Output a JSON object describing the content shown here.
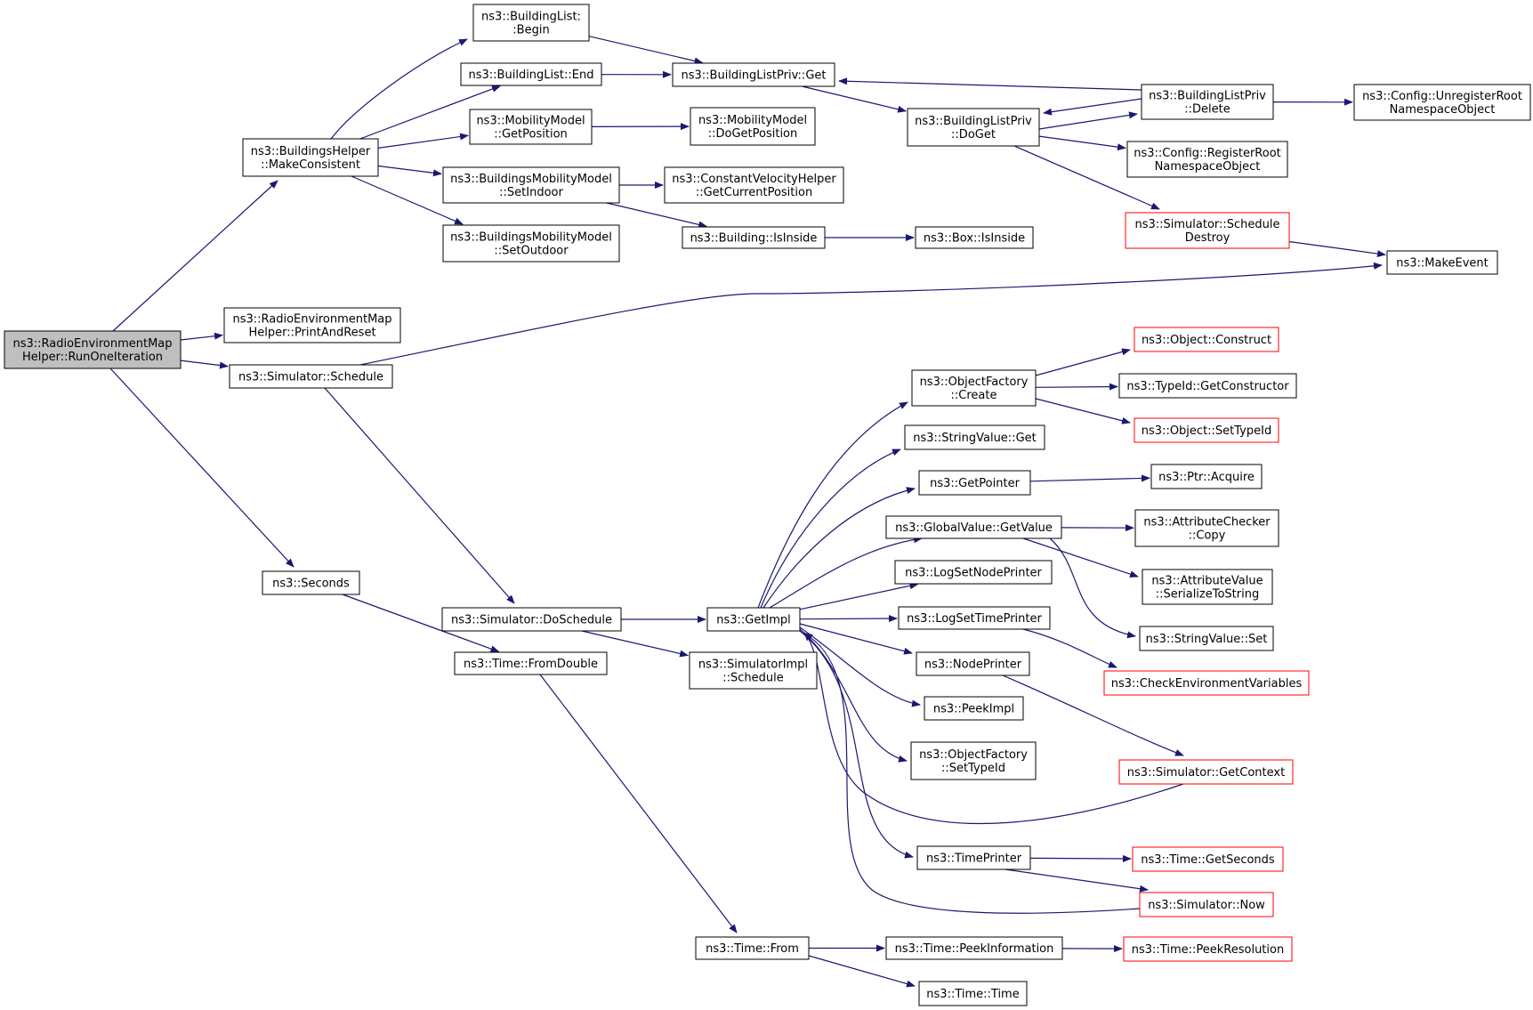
{
  "colors": {
    "edge": "#191970",
    "root_fill": "#bfbfbf",
    "red_border": "#ff0000",
    "border": "#000000"
  },
  "nodes": {
    "root": {
      "lines": [
        "ns3::RadioEnvironmentMap",
        "Helper::RunOneIteration"
      ],
      "style": "root"
    },
    "bh": {
      "lines": [
        "ns3::BuildingsHelper",
        "::MakeConsistent"
      ]
    },
    "remprint": {
      "lines": [
        "ns3::RadioEnvironmentMap",
        "Helper::PrintAndReset"
      ]
    },
    "simsched": {
      "lines": [
        "ns3::Simulator::Schedule"
      ]
    },
    "seconds": {
      "lines": [
        "ns3::Seconds"
      ]
    },
    "blbegin": {
      "lines": [
        "ns3::BuildingList:",
        ":Begin"
      ]
    },
    "blend": {
      "lines": [
        "ns3::BuildingList::End"
      ]
    },
    "mmgetpos": {
      "lines": [
        "ns3::MobilityModel",
        "::GetPosition"
      ]
    },
    "bmmindoor": {
      "lines": [
        "ns3::BuildingsMobilityModel",
        "::SetIndoor"
      ]
    },
    "bmmoutdoor": {
      "lines": [
        "ns3::BuildingsMobilityModel",
        "::SetOutdoor"
      ]
    },
    "blpget": {
      "lines": [
        "ns3::BuildingListPriv::Get"
      ]
    },
    "mmdoget": {
      "lines": [
        "ns3::MobilityModel",
        "::DoGetPosition"
      ]
    },
    "cvh": {
      "lines": [
        "ns3::ConstantVelocityHelper",
        "::GetCurrentPosition"
      ]
    },
    "bisinside": {
      "lines": [
        "ns3::Building::IsInside"
      ]
    },
    "boxisinside": {
      "lines": [
        "ns3::Box::IsInside"
      ]
    },
    "blpdoget": {
      "lines": [
        "ns3::BuildingListPriv",
        "::DoGet"
      ]
    },
    "blpdelete": {
      "lines": [
        "ns3::BuildingListPriv",
        "::Delete"
      ]
    },
    "cfgunreg": {
      "lines": [
        "ns3::Config::UnregisterRoot",
        "NamespaceObject"
      ]
    },
    "cfgreg": {
      "lines": [
        "ns3::Config::RegisterRoot",
        "NamespaceObject"
      ]
    },
    "simschedd": {
      "lines": [
        "ns3::Simulator::Schedule",
        "Destroy"
      ],
      "style": "red"
    },
    "makeevent": {
      "lines": [
        "ns3::MakeEvent"
      ]
    },
    "simdosched": {
      "lines": [
        "ns3::Simulator::DoSchedule"
      ]
    },
    "timefromd": {
      "lines": [
        "ns3::Time::FromDouble"
      ]
    },
    "getimpl": {
      "lines": [
        "ns3::GetImpl"
      ]
    },
    "simimplsched": {
      "lines": [
        "ns3::SimulatorImpl",
        "::Schedule"
      ]
    },
    "ofcreate": {
      "lines": [
        "ns3::ObjectFactory",
        "::Create"
      ]
    },
    "svget": {
      "lines": [
        "ns3::StringValue::Get"
      ]
    },
    "getpointer": {
      "lines": [
        "ns3::GetPointer"
      ]
    },
    "gvgetvalue": {
      "lines": [
        "ns3::GlobalValue::GetValue"
      ]
    },
    "lognode": {
      "lines": [
        "ns3::LogSetNodePrinter"
      ]
    },
    "logtime": {
      "lines": [
        "ns3::LogSetTimePrinter"
      ]
    },
    "nodeprinter": {
      "lines": [
        "ns3::NodePrinter"
      ]
    },
    "peekimpl": {
      "lines": [
        "ns3::PeekImpl"
      ]
    },
    "ofsettypeid": {
      "lines": [
        "ns3::ObjectFactory",
        "::SetTypeId"
      ]
    },
    "timeprinter": {
      "lines": [
        "ns3::TimePrinter"
      ]
    },
    "timefrom": {
      "lines": [
        "ns3::Time::From"
      ]
    },
    "peekinfo": {
      "lines": [
        "ns3::Time::PeekInformation"
      ]
    },
    "timetime": {
      "lines": [
        "ns3::Time::Time"
      ]
    },
    "objconstruct": {
      "lines": [
        "ns3::Object::Construct"
      ],
      "style": "red"
    },
    "getctor": {
      "lines": [
        "ns3::TypeId::GetConstructor"
      ]
    },
    "objsettypeid": {
      "lines": [
        "ns3::Object::SetTypeId"
      ],
      "style": "red"
    },
    "ptracquire": {
      "lines": [
        "ns3::Ptr::Acquire"
      ]
    },
    "accopy": {
      "lines": [
        "ns3::AttributeChecker",
        "::Copy"
      ]
    },
    "avser": {
      "lines": [
        "ns3::AttributeValue",
        "::SerializeToString"
      ]
    },
    "svset": {
      "lines": [
        "ns3::StringValue::Set"
      ]
    },
    "checkenv": {
      "lines": [
        "ns3::CheckEnvironmentVariables"
      ],
      "style": "red"
    },
    "simgetctx": {
      "lines": [
        "ns3::Simulator::GetContext"
      ],
      "style": "red"
    },
    "timegetsec": {
      "lines": [
        "ns3::Time::GetSeconds"
      ],
      "style": "red"
    },
    "simnow": {
      "lines": [
        "ns3::Simulator::Now"
      ],
      "style": "red"
    },
    "peekres": {
      "lines": [
        "ns3::Time::PeekResolution"
      ],
      "style": "red"
    }
  },
  "edges": [
    [
      "root",
      "bh"
    ],
    [
      "root",
      "remprint"
    ],
    [
      "root",
      "simsched"
    ],
    [
      "root",
      "seconds"
    ],
    [
      "bh",
      "blbegin"
    ],
    [
      "bh",
      "blend"
    ],
    [
      "bh",
      "mmgetpos"
    ],
    [
      "bh",
      "bmmindoor"
    ],
    [
      "bh",
      "bmmoutdoor"
    ],
    [
      "blbegin",
      "blpget"
    ],
    [
      "blend",
      "blpget"
    ],
    [
      "mmgetpos",
      "mmdoget"
    ],
    [
      "bmmindoor",
      "cvh"
    ],
    [
      "bmmindoor",
      "bisinside"
    ],
    [
      "bisinside",
      "boxisinside"
    ],
    [
      "blpget",
      "blpdoget"
    ],
    [
      "blpdoget",
      "blpdelete"
    ],
    [
      "blpdelete",
      "blpdoget"
    ],
    [
      "blpdelete",
      "blpget"
    ],
    [
      "blpdelete",
      "cfgunreg"
    ],
    [
      "blpdoget",
      "cfgreg"
    ],
    [
      "blpdoget",
      "simschedd"
    ],
    [
      "simschedd",
      "makeevent"
    ],
    [
      "simsched",
      "makeevent"
    ],
    [
      "simsched",
      "simdosched"
    ],
    [
      "seconds",
      "timefromd"
    ],
    [
      "simdosched",
      "getimpl"
    ],
    [
      "simdosched",
      "simimplsched"
    ],
    [
      "timefromd",
      "timefrom"
    ],
    [
      "getimpl",
      "ofcreate"
    ],
    [
      "getimpl",
      "svget"
    ],
    [
      "getimpl",
      "getpointer"
    ],
    [
      "getimpl",
      "gvgetvalue"
    ],
    [
      "getimpl",
      "lognode"
    ],
    [
      "getimpl",
      "logtime"
    ],
    [
      "getimpl",
      "nodeprinter"
    ],
    [
      "getimpl",
      "peekimpl"
    ],
    [
      "getimpl",
      "ofsettypeid"
    ],
    [
      "getimpl",
      "timeprinter"
    ],
    [
      "ofcreate",
      "objconstruct"
    ],
    [
      "ofcreate",
      "getctor"
    ],
    [
      "ofcreate",
      "objsettypeid"
    ],
    [
      "getpointer",
      "ptracquire"
    ],
    [
      "gvgetvalue",
      "accopy"
    ],
    [
      "gvgetvalue",
      "avser"
    ],
    [
      "gvgetvalue",
      "svset"
    ],
    [
      "logtime",
      "checkenv"
    ],
    [
      "nodeprinter",
      "simgetctx"
    ],
    [
      "simgetctx",
      "getimpl"
    ],
    [
      "timeprinter",
      "timegetsec"
    ],
    [
      "timeprinter",
      "simnow"
    ],
    [
      "simnow",
      "getimpl"
    ],
    [
      "timefrom",
      "peekinfo"
    ],
    [
      "timefrom",
      "timetime"
    ],
    [
      "peekinfo",
      "peekres"
    ]
  ]
}
